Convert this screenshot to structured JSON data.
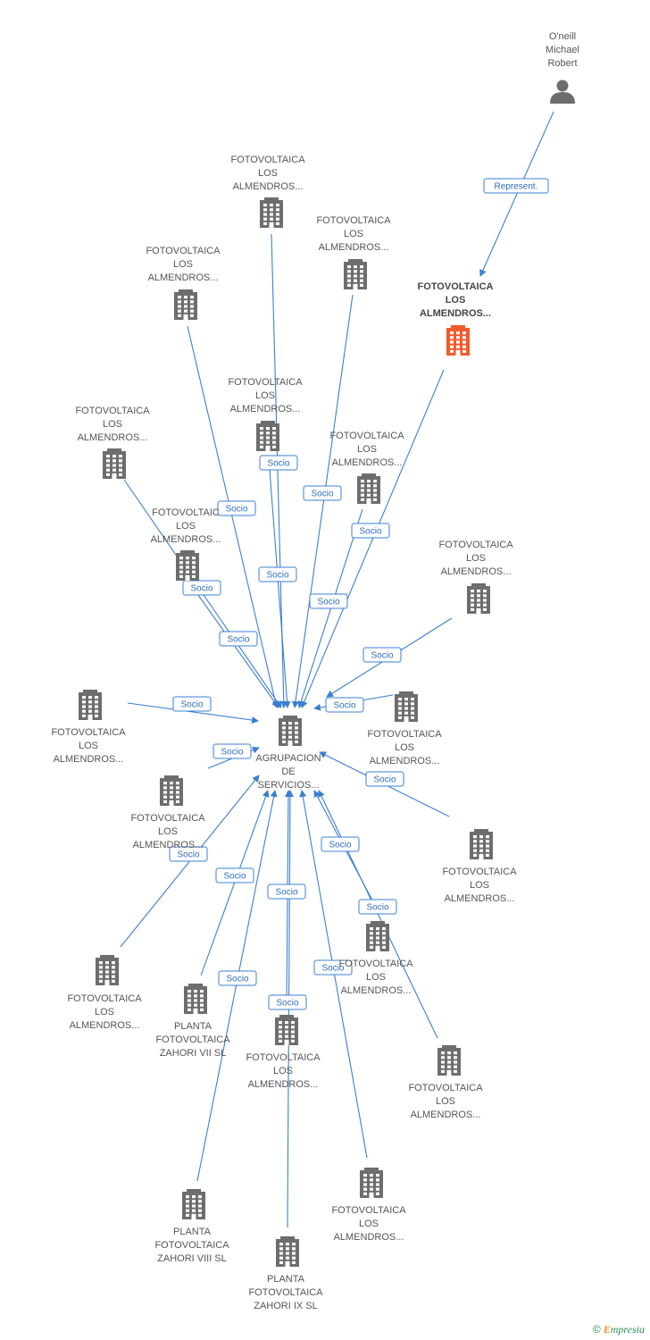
{
  "colors": {
    "edge": "#3b7fd1",
    "company_icon": "#6d6d6d",
    "company_icon_highlight": "#f25a2c",
    "person_icon": "#6d6d6d"
  },
  "nodes": [
    {
      "id": "oneill",
      "kind": "person",
      "icon": "person-icon",
      "label": [
        "O'neill",
        "Michael",
        "Robert"
      ]
    },
    {
      "id": "fl_main",
      "kind": "company",
      "icon": "building-icon",
      "highlight": true,
      "label": [
        "FOTOVOLTAICA",
        "LOS",
        "ALMENDROS..."
      ]
    },
    {
      "id": "agrupacion",
      "kind": "company",
      "icon": "building-icon",
      "label": [
        "AGRUPACION",
        "DE",
        "SERVICIOS..."
      ]
    },
    {
      "id": "fl_1",
      "kind": "company",
      "icon": "building-icon",
      "label": [
        "FOTOVOLTAICA",
        "LOS",
        "ALMENDROS..."
      ]
    },
    {
      "id": "fl_2",
      "kind": "company",
      "icon": "building-icon",
      "label": [
        "FOTOVOLTAICA",
        "LOS",
        "ALMENDROS..."
      ]
    },
    {
      "id": "fl_3",
      "kind": "company",
      "icon": "building-icon",
      "label": [
        "FOTOVOLTAICA",
        "LOS",
        "ALMENDROS..."
      ]
    },
    {
      "id": "fl_4",
      "kind": "company",
      "icon": "building-icon",
      "label": [
        "FOTOVOLTAICA",
        "LOS",
        "ALMENDROS..."
      ]
    },
    {
      "id": "fl_5",
      "kind": "company",
      "icon": "building-icon",
      "label": [
        "FOTOVOLTAICA",
        "LOS",
        "ALMENDROS..."
      ]
    },
    {
      "id": "fl_6",
      "kind": "company",
      "icon": "building-icon",
      "label": [
        "FOTOVOLTAICA",
        "LOS",
        "ALMENDROS..."
      ]
    },
    {
      "id": "fl_7",
      "kind": "company",
      "icon": "building-icon",
      "label": [
        "FOTOVOLTAIC",
        "LOS",
        "ALMENDROS..."
      ]
    },
    {
      "id": "fl_8",
      "kind": "company",
      "icon": "building-icon",
      "label": [
        "FOTOVOLTAICA",
        "LOS",
        "ALMENDROS..."
      ]
    },
    {
      "id": "fl_9",
      "kind": "company",
      "icon": "building-icon",
      "label": [
        "FOTOVOLTAICA",
        "LOS",
        "ALMENDROS..."
      ]
    },
    {
      "id": "fl_10",
      "kind": "company",
      "icon": "building-icon",
      "label": [
        "FOTOVOLTAICA",
        "LOS",
        "ALMENDROS..."
      ]
    },
    {
      "id": "fl_11",
      "kind": "company",
      "icon": "building-icon",
      "label": [
        "FOTOVOLTAICA",
        "LOS",
        "ALMENDROS..."
      ]
    },
    {
      "id": "fl_12",
      "kind": "company",
      "icon": "building-icon",
      "label": [
        "FOTOVOLTAICA",
        "LOS",
        "ALMENDROS..."
      ]
    },
    {
      "id": "fl_13",
      "kind": "company",
      "icon": "building-icon",
      "label": [
        "FOTOVOLTAICA",
        "LOS",
        "ALMENDROS..."
      ]
    },
    {
      "id": "fl_14",
      "kind": "company",
      "icon": "building-icon",
      "label": [
        "FOTOVOLTAICA",
        "LOS",
        "ALMENDROS..."
      ]
    },
    {
      "id": "zahori_vii",
      "kind": "company",
      "icon": "building-icon",
      "label": [
        "PLANTA",
        "FOTOVOLTAICA",
        "ZAHORI VII SL"
      ]
    },
    {
      "id": "fl_15",
      "kind": "company",
      "icon": "building-icon",
      "label": [
        "FOTOVOLTAICA",
        "LOS",
        "ALMENDROS..."
      ]
    },
    {
      "id": "fl_16",
      "kind": "company",
      "icon": "building-icon",
      "label": [
        "FOTOVOLTAICA",
        "LOS",
        "ALMENDROS..."
      ]
    },
    {
      "id": "zahori_viii",
      "kind": "company",
      "icon": "building-icon",
      "label": [
        "PLANTA",
        "FOTOVOLTAICA",
        "ZAHORI VIII SL"
      ]
    },
    {
      "id": "fl_17",
      "kind": "company",
      "icon": "building-icon",
      "label": [
        "FOTOVOLTAICA",
        "LOS",
        "ALMENDROS..."
      ]
    },
    {
      "id": "zahori_ix",
      "kind": "company",
      "icon": "building-icon",
      "label": [
        "PLANTA",
        "FOTOVOLTAICA",
        "ZAHORI IX SL"
      ]
    }
  ],
  "edges": [
    {
      "from": "oneill",
      "to": "fl_main",
      "label": "Represent."
    },
    {
      "from": "fl_1",
      "to": "agrupacion",
      "label": "Socio"
    },
    {
      "from": "fl_2",
      "to": "agrupacion",
      "label": "Socio"
    },
    {
      "from": "fl_3",
      "to": "agrupacion",
      "label": "Socio"
    },
    {
      "from": "fl_main",
      "to": "agrupacion",
      "label": "Socio"
    },
    {
      "from": "fl_4",
      "to": "agrupacion",
      "label": "Socio"
    },
    {
      "from": "fl_5",
      "to": "agrupacion",
      "label": "Socio"
    },
    {
      "from": "fl_6",
      "to": "agrupacion",
      "label": "Socio"
    },
    {
      "from": "fl_7",
      "to": "agrupacion",
      "label": "Socio"
    },
    {
      "from": "fl_8",
      "to": "agrupacion",
      "label": "Socio"
    },
    {
      "from": "fl_9",
      "to": "agrupacion",
      "label": "Socio"
    },
    {
      "from": "fl_10",
      "to": "agrupacion",
      "label": "Socio"
    },
    {
      "from": "fl_11",
      "to": "agrupacion",
      "label": "Socio"
    },
    {
      "from": "fl_12",
      "to": "agrupacion",
      "label": "Socio"
    },
    {
      "from": "fl_13",
      "to": "agrupacion",
      "label": "Socio"
    },
    {
      "from": "fl_14",
      "to": "agrupacion",
      "label": "Socio"
    },
    {
      "from": "zahori_vii",
      "to": "agrupacion",
      "label": "Socio"
    },
    {
      "from": "fl_15",
      "to": "agrupacion",
      "label": "Socio"
    },
    {
      "from": "fl_16",
      "to": "agrupacion",
      "label": "Socio"
    },
    {
      "from": "zahori_viii",
      "to": "agrupacion",
      "label": "Socio"
    },
    {
      "from": "fl_17",
      "to": "agrupacion",
      "label": "Socio"
    },
    {
      "from": "zahori_ix",
      "to": "agrupacion",
      "label": "Socio"
    }
  ],
  "watermark": {
    "copyright": "©",
    "brand_initial": "E",
    "brand_rest": "mpresia"
  }
}
